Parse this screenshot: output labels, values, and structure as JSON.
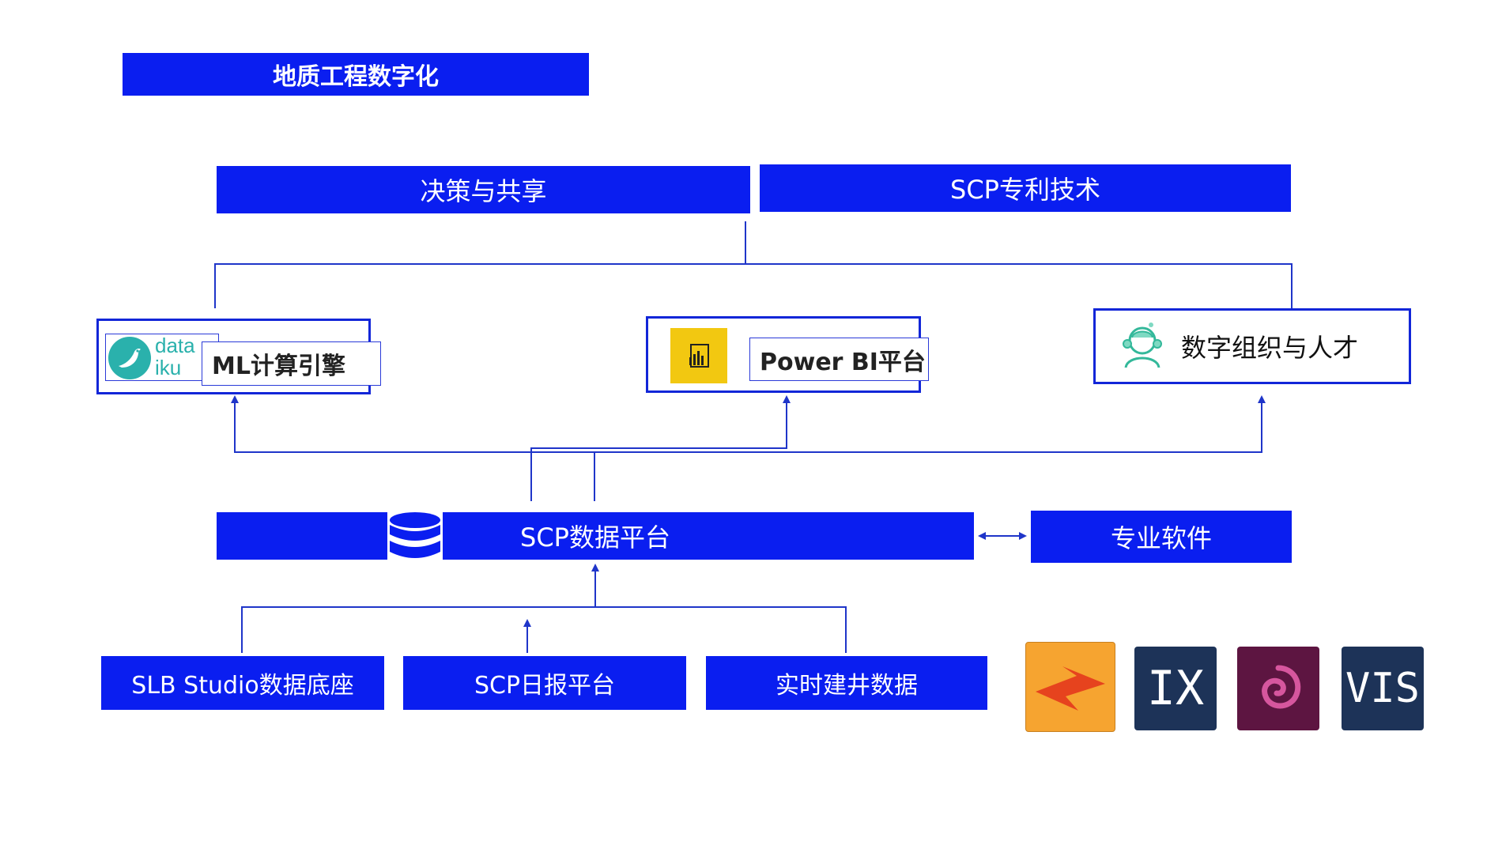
{
  "title": "地质工程数字化",
  "top_row": {
    "left": "决策与共享",
    "right": "SCP专利技术"
  },
  "middle_row": {
    "dataiku": {
      "logo_line1": "data",
      "logo_line2": "iku",
      "label": "ML计算引擎"
    },
    "powerbi": {
      "label": "Power BI平台"
    },
    "talent": {
      "label": "数字组织与人才"
    }
  },
  "platform": {
    "label": "SCP数据平台",
    "software": "专业软件"
  },
  "sources": [
    "SLB Studio数据底座",
    "SCP日报平台",
    "实时建井数据"
  ],
  "software_icons": [
    {
      "name": "petrel-icon",
      "color": "#f6a430"
    },
    {
      "name": "ix-icon",
      "label": "IX",
      "color": "#1d3358"
    },
    {
      "name": "swirl-icon",
      "color": "#5d1541"
    },
    {
      "name": "vis-icon",
      "label": "VIS",
      "color": "#1d3358"
    }
  ],
  "colors": {
    "primary_blue": "#0a1ef0",
    "line_blue": "#1f35c9",
    "dataiku_teal": "#2ab1ac",
    "powerbi_yellow": "#f2c811"
  }
}
